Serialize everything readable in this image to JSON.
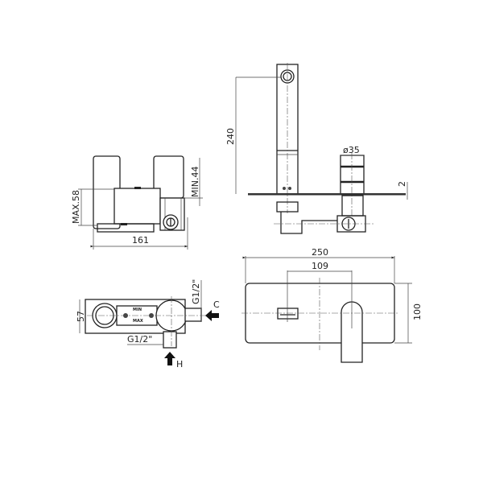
{
  "front_body_view": {
    "max_label": "MAX.58",
    "min_label": "MIN.44",
    "width_label": "161"
  },
  "top_body_view": {
    "depth_label": "57",
    "cold_thread_label": "G1/2\"",
    "hot_thread_label": "G1/2\"",
    "cold_arrow_label": "C",
    "hot_arrow_label": "H",
    "marking_min": "MIN",
    "marking_max": "MAX"
  },
  "side_view": {
    "height_label": "240",
    "diameter_label": "ø35",
    "plate_label": "2"
  },
  "front_plate_view": {
    "width_label": "250",
    "spacing_label": "109",
    "height_label": "100"
  }
}
